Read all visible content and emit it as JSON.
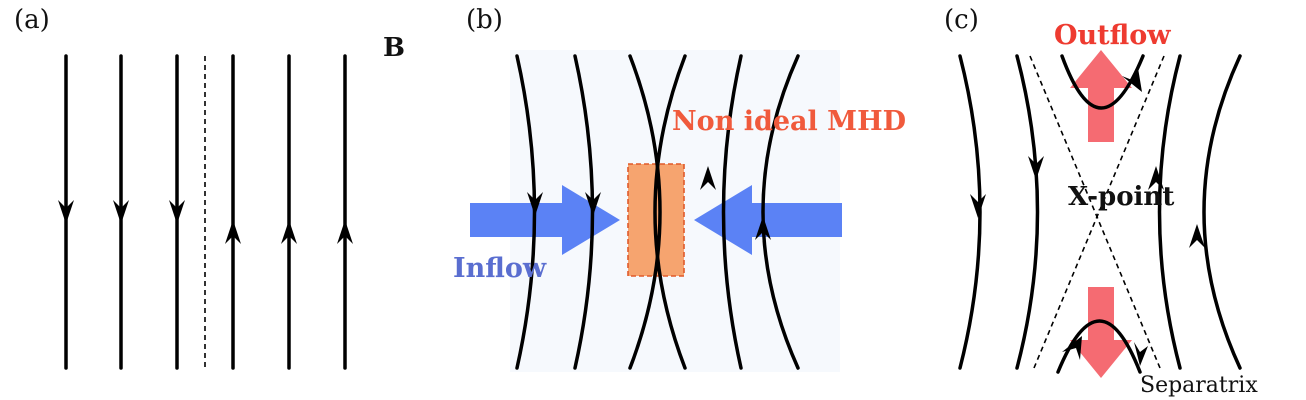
{
  "panels": {
    "a": {
      "label": "(a)",
      "field_symbol": "B"
    },
    "b": {
      "label": "(b)",
      "nonideal_label": "Non ideal MHD",
      "inflow_label": "Inflow"
    },
    "c": {
      "label": "(c)",
      "outflow_label": "Outflow",
      "xpoint_label": "X-point",
      "separatrix_label": "Separatrix"
    }
  },
  "colors": {
    "field_line": "#000000",
    "inflow_arrow": "#5b82f5",
    "inflow_text": "#5a6ed0",
    "nonideal_box": "#f6a46f",
    "nonideal_text": "#f05a3c",
    "outflow_arrow": "#f56b72",
    "outflow_text": "#ee3b30",
    "background_tint": "#f6f9fd"
  }
}
